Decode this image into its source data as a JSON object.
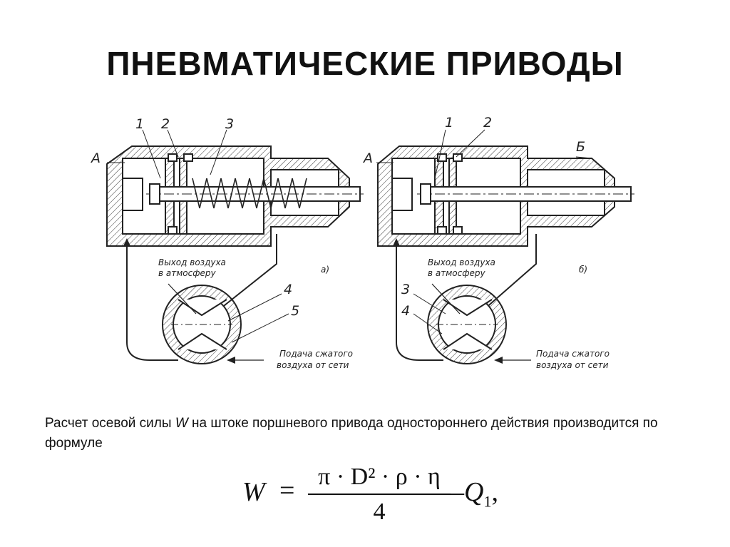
{
  "slide": {
    "title": "ПНЕВМАТИЧЕСКИЕ ПРИВОДЫ",
    "paragraph": {
      "part1": "Расчет осевой силы ",
      "var": "W",
      "part2": " на штоке поршневого привода одностороннего действия производится по формуле"
    },
    "formula": {
      "lhs": "W",
      "eq": "=",
      "numerator": "π · D² · ρ · η",
      "denominator": "4",
      "minus": "–",
      "q": "Q",
      "q_sub": "1",
      "trail": ","
    }
  },
  "diagram_a": {
    "labels": {
      "A": "А",
      "n1": "1",
      "n2": "2",
      "n3": "3",
      "n4": "4",
      "n5": "5",
      "variant": "а)"
    },
    "exhaust_line1": "Выход воздуха",
    "exhaust_line2": "в атмосферу",
    "supply_line1": "Подача сжатого",
    "supply_line2": "воздуха от сети"
  },
  "diagram_b": {
    "labels": {
      "A": "А",
      "B": "Б",
      "n1": "1",
      "n2": "2",
      "n3": "3",
      "n4": "4",
      "variant": "б)"
    },
    "exhaust_line1": "Выход воздуха",
    "exhaust_line2": "в атмосферу",
    "supply_line1": "Подача сжатого",
    "supply_line2": "воздуха от сети"
  }
}
